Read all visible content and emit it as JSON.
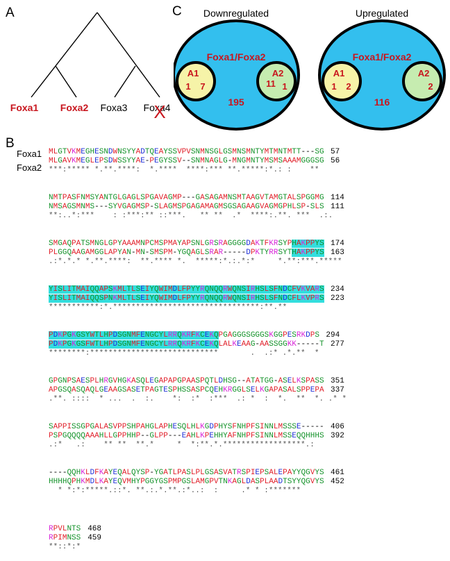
{
  "panels": {
    "a": {
      "letter": "A",
      "tree_leaves": [
        {
          "label": "Foxa1",
          "color": "#c8161e",
          "bold": true
        },
        {
          "label": "Foxa2",
          "color": "#c8161e",
          "bold": true
        },
        {
          "label": "Foxa3",
          "color": "#000000",
          "bold": false
        },
        {
          "label": "Foxa4",
          "color": "#000000",
          "bold": false
        }
      ],
      "deletion_mark": "X"
    },
    "c": {
      "letter": "C",
      "diagrams": [
        {
          "title": "Downregulated",
          "outer_label": "Foxa1/Foxa2",
          "outer_count": "195",
          "left_circle": {
            "label": "A1",
            "inner_left": "1",
            "inner_right": "7"
          },
          "right_circle": {
            "label": "A2",
            "inner_left": "11",
            "inner_right": "1"
          }
        },
        {
          "title": "Upregulated",
          "outer_label": "Foxa1/Foxa2",
          "outer_count": "116",
          "left_circle": {
            "label": "A1",
            "inner_left": "1",
            "inner_right": "2"
          },
          "right_circle": {
            "label": "A2",
            "inner_left": "",
            "inner_right": "2"
          }
        }
      ],
      "colors": {
        "outer_fill": "#33bfee",
        "a1_fill": "#f6f3a8",
        "a2_fill": "#c6ecb0",
        "label": "#c8161e"
      }
    },
    "b": {
      "letter": "B",
      "seq_names": [
        "Foxa1",
        "Foxa2"
      ],
      "blocks": [
        {
          "s1": "MLGTVKMEGHESNDWNSYYADTQEAYSSVPVSNMNSGLGSMNSMNTYMTMNTMTT---SG",
          "n1": "57",
          "s2": "MLGAVKMEGLEPSDWSSYYAE-PEGYSSV--SNMNAGLG-MNGMNTYMSMSAAAMGGGSG",
          "n2": "56",
          "cons": "***:***** *.**.****:  *.****  ****:*** **.*****:*.: :    **"
        },
        {
          "s1": "NMTPASFNMSYANTGLGAGLSPGAVAGMP---GASAGAMNSMTAAGVTAMGTALSPGGMG",
          "n1": "114",
          "s2": "NMSAGSMNMS---SYVGAGMSP-SLAGMSPGAGAMAGMSGSAGAAGVAGMGPHLSP-SLS",
          "n2": "111",
          "cons": "**:..*:***    : :***:** ::***.   ** **  .*  ****:.**. ***  .:."
        },
        {
          "s1": "SMGAQPATSMNGLGPYAAAMNPCMSPMAYAPSNLGRSRAGGGGDAKTFKRSYPHAKPPYS",
          "n1": "174",
          "s2": "PLGGQAAGAMGGLAPYAN-MN-SMSPM-YGQAGLSRAR-----DPKTYRRSYTHAKPPYS",
          "n2": "163",
          "cons": ".:*.*.* *.**.****:  **.**** *.  *****:*.:.*:*     *.**:***.*****"
        },
        {
          "s1": "YISLITMAIQQAPSKMLTLSEIYQWIMDLFPYYRQNQQRWQNSIRHSLSFNDCFVKVARS",
          "n1": "234",
          "s2": "YISLITMAIQQSPNKMLTLSEIYQWIMDLFPYYRQNQQRWQNSIRHSLSFNDCFLKVPRS",
          "n2": "223",
          "cons": "***********:*.********************************:**.**"
        },
        {
          "s1": "PDKPGKGSYWTLHPDSGNMFENGCYLRRQKRFKCEKQPGAGGGSGGGSKGGPESRKDPS",
          "n1": "294",
          "s2": "PDKPGKGSFWTLHPDSGNMFENGCYLRRQKRFKCEKQLALKEAAG-AASSGGKK-----T",
          "n2": "277",
          "cons": "********:****************************       .  .:* .*.**  *"
        },
        {
          "s1": "GPGNPSAESPLHRGVHGKASQLEGAPAPGPAASPQTLDHSG--ATATGG-ASELKSPASS",
          "n1": "351",
          "s2": "APGSQASQAQLGEAAGSASETPAGTESPHSSASPCQEHKRGGLSELKGAPASALSPPEPA",
          "n2": "337",
          "cons": ".**. ::::  * ...  .  :.    *:  :*  :***  .: *  :  *.  **  *. .* *"
        },
        {
          "s1": "SAPPISSGPGALASVPPSHPAHGLAPHESQLHLKGDPHYSFNHPFSINNLMSSSE-----",
          "n1": "406",
          "s2": "PSPGQQQQAAAHLLGPPHHP--GLPP---EAHLKPEHHYAFNHPFSINNLMSSEQQHHHS",
          "n2": "392",
          "cons": ".:*   .:    ** **  **.*     *  *:**.*.******************.:"
        },
        {
          "s1": "----QQHKLDFKAYEQALQYSP-YGATLPASLPLGSASVATRSPIEPSALEPAYYQGVYS",
          "n1": "461",
          "s2": "HHHHQPHKMDLKAYEQVMHYPGGYGSPMPGSLAMGPVTNKAGLDASPLAADTSYYQGVYS",
          "n2": "452",
          "cons": "  * *:*:*****.::*. **.:.*.**.:*..:  :     .* * :*******"
        },
        {
          "s1": "RPVLNTS",
          "n1": "468",
          "s2": "RPIMNSS",
          "n2": "459",
          "cons": "**::*:*"
        }
      ]
    }
  }
}
